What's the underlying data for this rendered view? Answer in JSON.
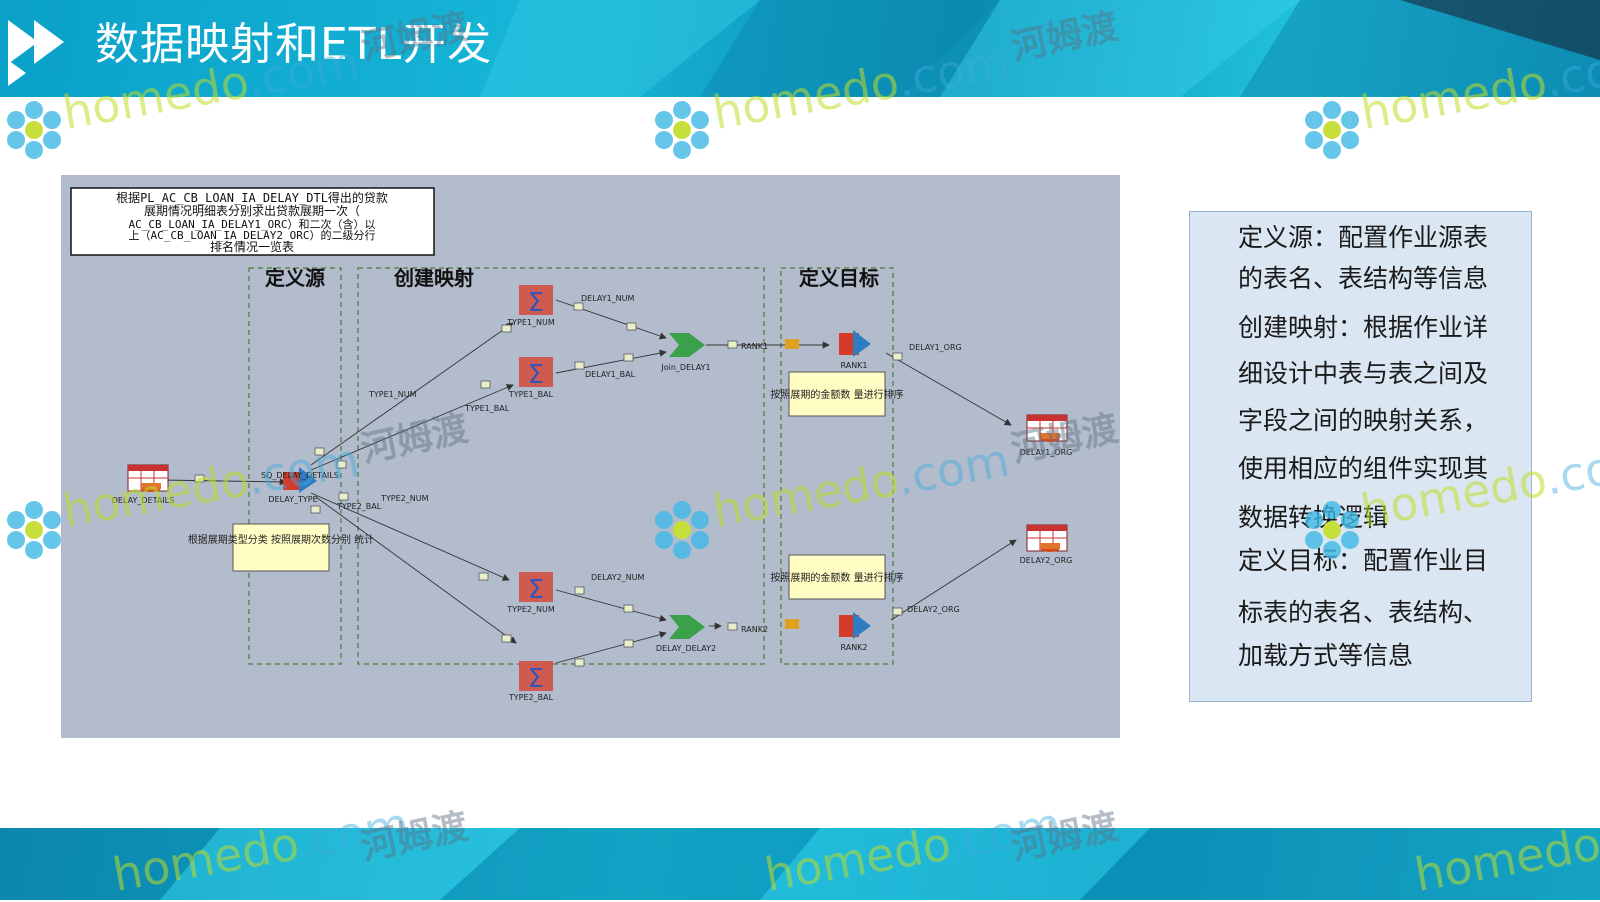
{
  "header": {
    "title": "数据映射和ETL开发"
  },
  "diagram": {
    "note_top": {
      "line1": "根据PL_AC_CB_LOAN_IA_DELAY_DTL得出的贷款",
      "line2": "展期情况明细表分别求出贷款展期一次（",
      "line3": "AC_CB_LOAN_IA_DELAY1_ORC）和二次（含）以",
      "line4": "上（AC_CB_LOAN_IA_DELAY2_ORC）的二级分行",
      "line5": "排名情况一览表"
    },
    "sections": {
      "source": "定义源",
      "mapping": "创建映射",
      "target": "定义目标"
    },
    "nodes": {
      "source_table": "DELAY_DETAILS",
      "source_qualifier": "SQ_DELAY_DETAILS",
      "router": "DELAY_TYPE",
      "type1_num": "TYPE1_NUM",
      "type1_bal": "TYPE1_BAL",
      "type2_num": "TYPE2_NUM",
      "type2_bal": "TYPE2_BAL",
      "joiner1": "Join_DELAY1",
      "joiner2": "DELAY_DELAY2",
      "rank1": "RANK1",
      "rank2": "RANK2",
      "target1": "DELAY1_ORG",
      "target2": "DELAY2_ORG"
    },
    "links": {
      "delay1_num": "DELAY1_NUM",
      "delay1_bal": "DELAY1_BAL",
      "delay2_num": "DELAY2_NUM",
      "type1_num": "TYPE1_NUM",
      "type1_bal": "TYPE1_BAL",
      "type2_num": "TYPE2_NUM",
      "type2_bal": "TYPE2_BAL",
      "rank1": "RANK1",
      "rank2": "RANK2",
      "delay1_org": "DELAY1_ORG",
      "delay2_org": "DELAY2_ORG"
    },
    "notes": {
      "router_note": "根据展期类型分类 按照展期次数分别 统计",
      "rank1_note": "按照展期的金额数 量进行排序",
      "rank2_note": "按照展期的金额数 量进行排序"
    }
  },
  "description": {
    "line1": "定义源：配置作业源表",
    "line2": "的表名、表结构等信息",
    "line3": "创建映射：根据作业详",
    "line4": "细设计中表与表之间及",
    "line5": "字段之间的映射关系，",
    "line6": "使用相应的组件实现其",
    "line7": "数据转换逻辑",
    "line8": "定义目标：配置作业目",
    "line9": "标表的表名、表结构、",
    "line10": "加载方式等信息"
  },
  "watermarks": {
    "en": "homedo",
    "dom": ".com",
    "cn": "河姆渡"
  },
  "colors": {
    "band": "#12aacf",
    "panel": "#b3bccd",
    "desc_bg": "#dbe6f3",
    "note_yellow": "#fffdc4",
    "dashed_green": "#4b7a3a"
  }
}
